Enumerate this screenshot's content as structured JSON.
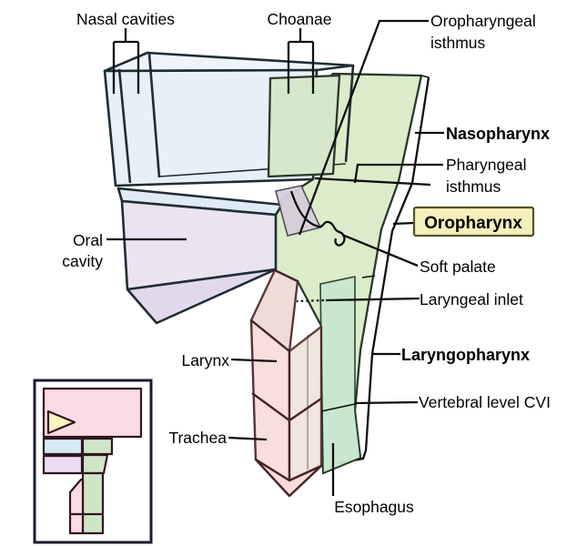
{
  "diagram": {
    "labels": {
      "nasal_cavities": "Nasal cavities",
      "choanae": "Choanae",
      "oropharyngeal_isthmus": [
        "Oropharyngeal",
        "isthmus"
      ],
      "nasopharynx": "Nasopharynx",
      "pharyngeal_isthmus": [
        "Pharyngeal",
        "isthmus"
      ],
      "oropharynx": "Oropharynx",
      "soft_palate": "Soft palate",
      "laryngeal_inlet": "Laryngeal inlet",
      "laryngopharynx": "Laryngopharynx",
      "vertebral_level": "Vertebral level CVI",
      "oral_cavity": [
        "Oral",
        "cavity"
      ],
      "larynx": "Larynx",
      "trachea": "Trachea",
      "esophagus": "Esophagus"
    },
    "colors": {
      "nasal_fill": "#e7eff7",
      "nasal_top_fill": "#eef4fa",
      "choanae_fill": "#d5e8cb",
      "pharynx_fill": "#dcecca",
      "esophagus_fill": "#c9e7cf",
      "oral_fill": "#ebe3f2",
      "oral_top_fill": "#dfeaf4",
      "oral_bottom_fill": "#e2d8ec",
      "larynx_left_fill": "#f8dcda",
      "larynx_right_fill": "#efe2d8",
      "larynx_slant_fill": "#eed9d3",
      "soft_palate_fill": "#d6cedb",
      "highlight_box_fill": "#f5efbb",
      "highlight_box_border": "#55522e",
      "inset_pink": "#f9dbe3",
      "inset_blue": "#d6eaf6",
      "inset_lavender": "#ecdcf2",
      "inset_green": "#cfe6c6",
      "inset_yellow": "#f9f4bb",
      "text": "#000000"
    }
  }
}
